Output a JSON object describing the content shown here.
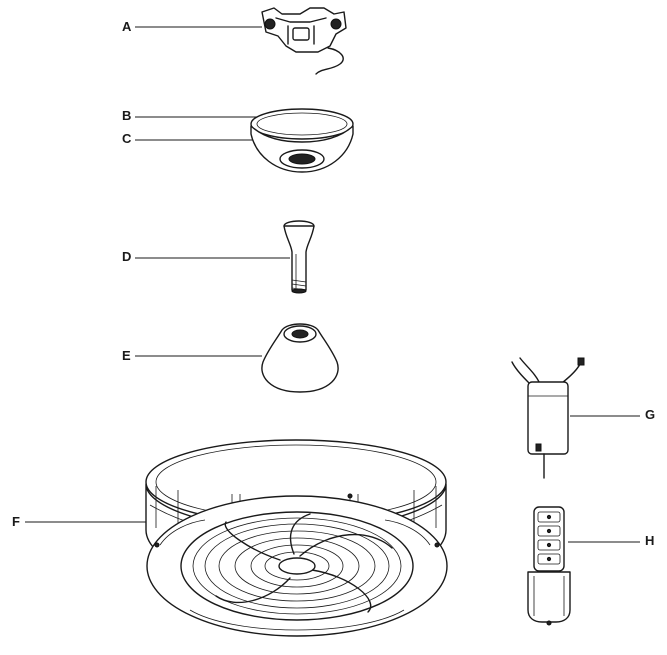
{
  "diagram": {
    "parts": [
      {
        "id": "A",
        "label": "A"
      },
      {
        "id": "B",
        "label": "B"
      },
      {
        "id": "C",
        "label": "C"
      },
      {
        "id": "D",
        "label": "D"
      },
      {
        "id": "E",
        "label": "E"
      },
      {
        "id": "F",
        "label": "F"
      },
      {
        "id": "G",
        "label": "G"
      },
      {
        "id": "H",
        "label": "H"
      }
    ]
  }
}
